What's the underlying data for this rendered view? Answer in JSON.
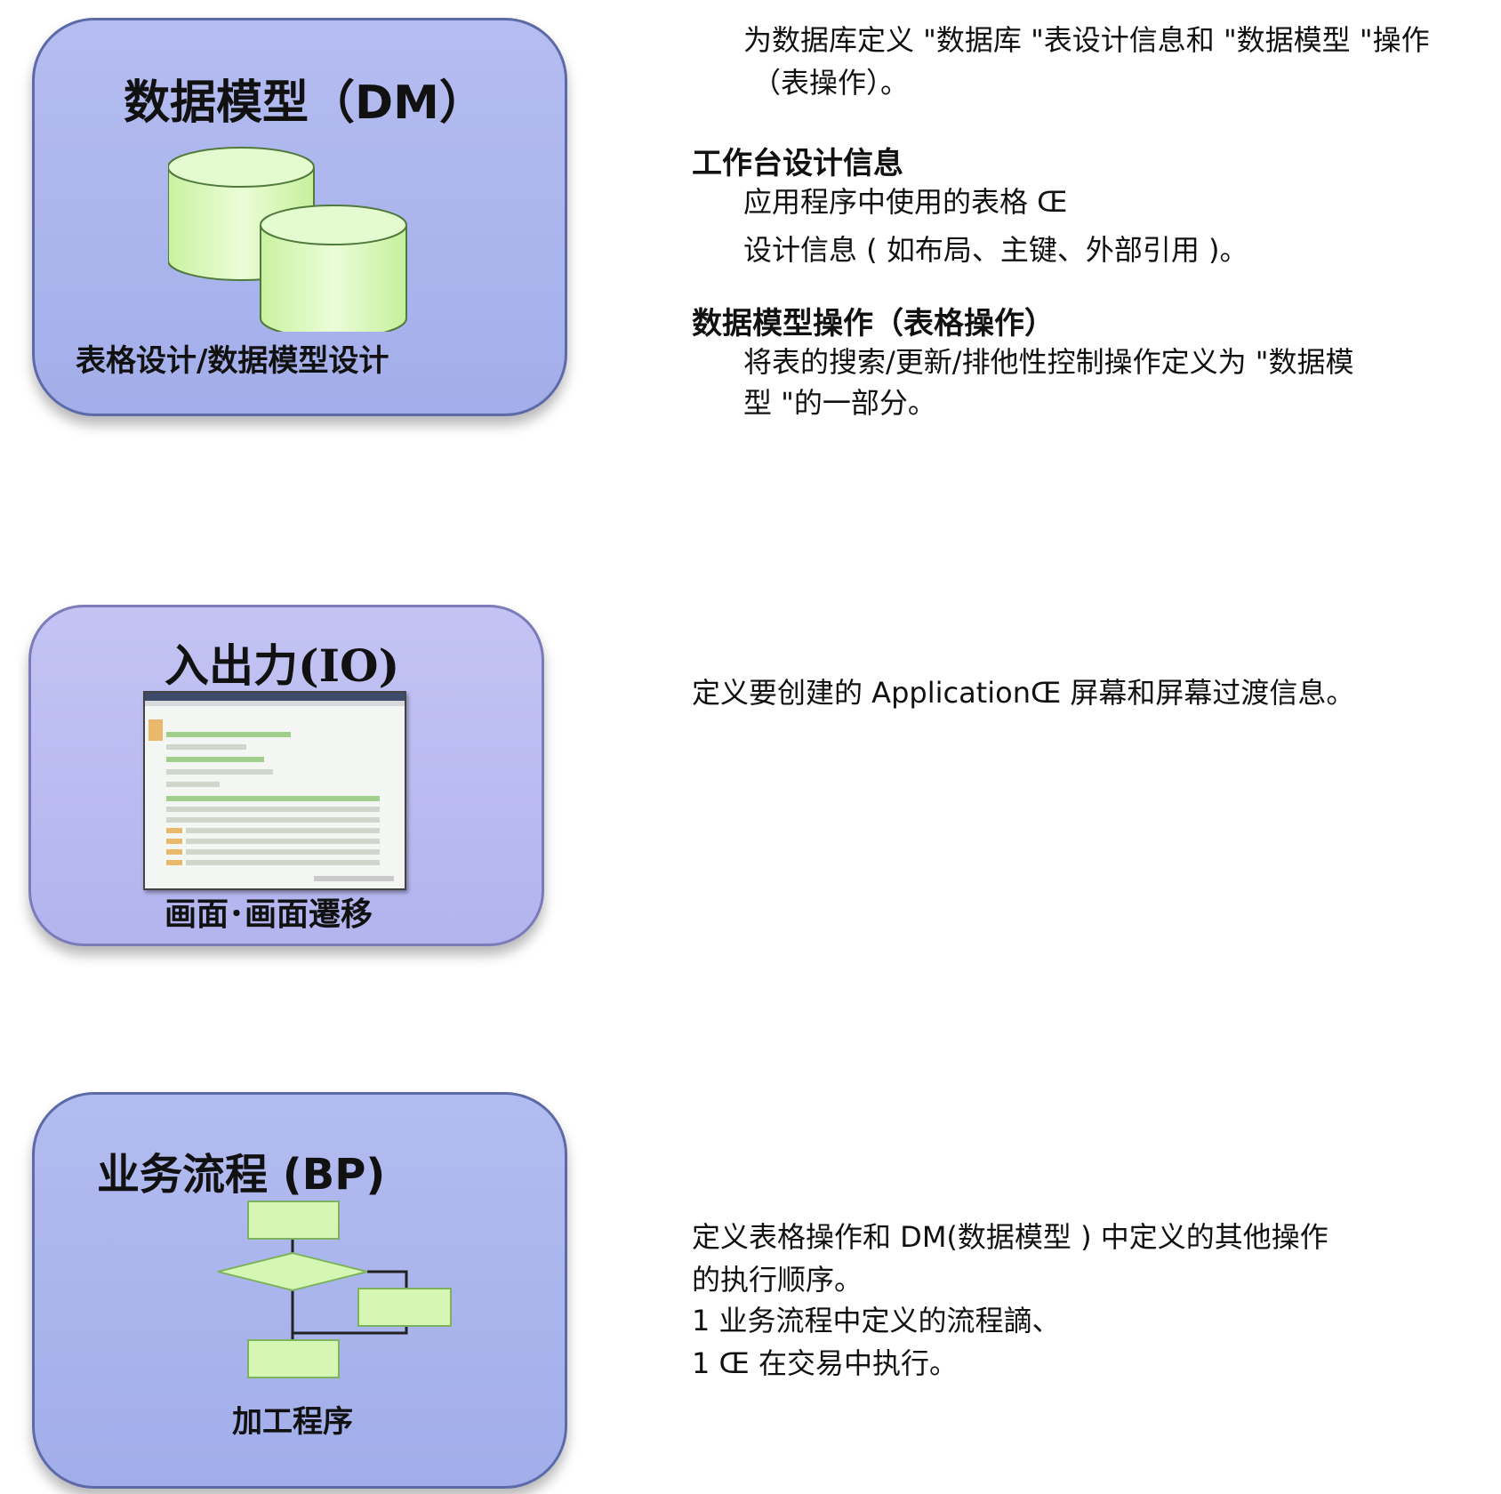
{
  "dm_card": {
    "title": "数据模型（DM）",
    "subtitle": "表格设计/数据模型设计",
    "icon": "database-cylinders-icon"
  },
  "io_card": {
    "title": "入出力(IO)",
    "subtitle": "画面･画面遷移",
    "icon": "screen-thumbnail-icon"
  },
  "bp_card": {
    "title": "业务流程 (BP)",
    "subtitle": "加工程序",
    "icon": "flowchart-icon"
  },
  "dm_desc": {
    "intro_line1": "为数据库定义 \"数据库 \"表设计信息和 \"数据模型 \"操作",
    "intro_line2": "（表操作）。",
    "section1_heading": "工作台设计信息",
    "section1_line1": "应用程序中使用的表格 Œ",
    "section1_line2": "设计信息 ( 如布局、主键、外部引用 )。",
    "section2_heading": "数据模型操作（表格操作）",
    "section2_line1": "将表的搜索/更新/排他性控制操作定义为 \"数据模",
    "section2_line2": "型 \"的一部分。"
  },
  "io_desc": {
    "line1": "定义要创建的 ApplicationŒ 屏幕和屏幕过渡信息。"
  },
  "bp_desc": {
    "line1": "定义表格操作和 DM(数据模型 ) 中定义的其他操作",
    "line2": "的执行顺序。",
    "line3": "1 业务流程中定义的流程謫、",
    "line4": "1 Œ 在交易中执行。"
  },
  "colors": {
    "card_blue": "#a3aeea",
    "card_violet": "#b3b4ee",
    "shape_green": "#d6f7b4",
    "shape_border": "#7fb25e"
  }
}
